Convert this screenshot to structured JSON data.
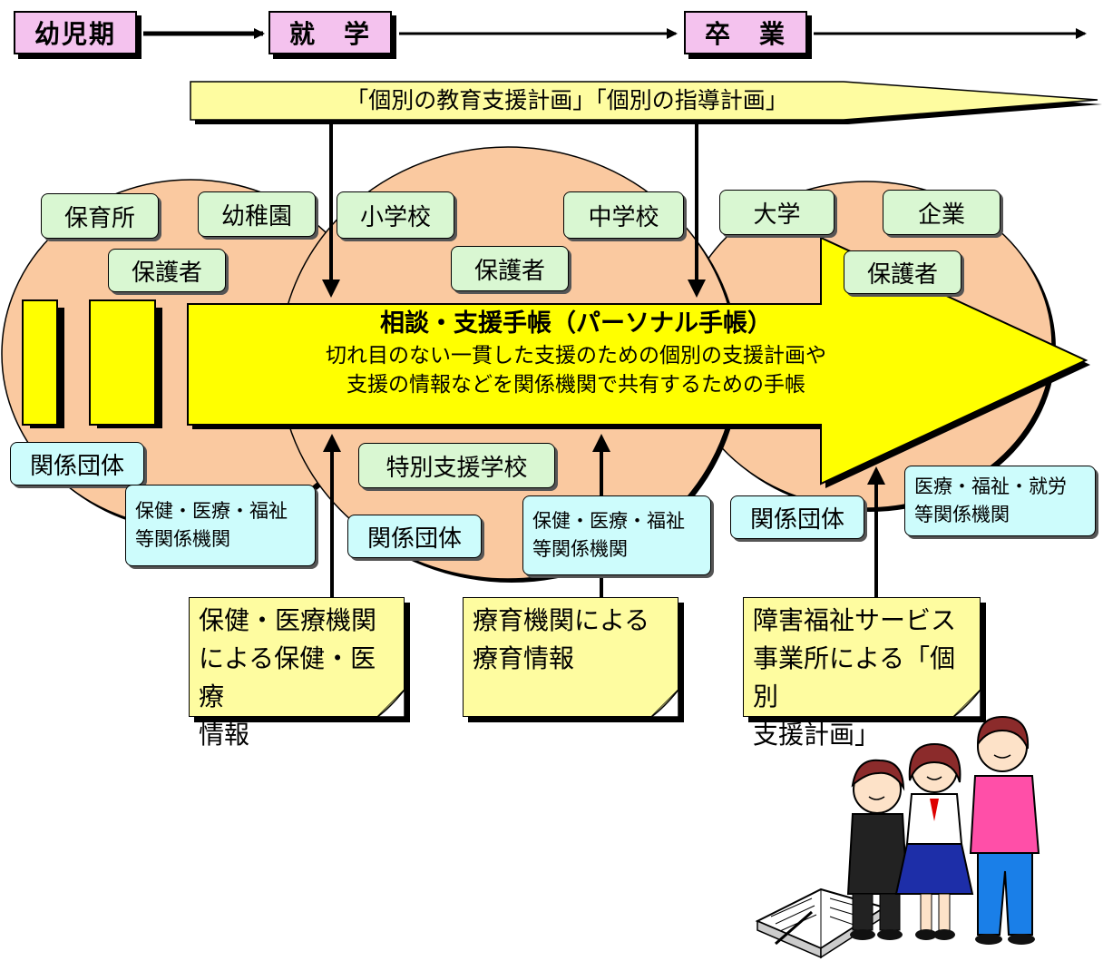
{
  "timeline": {
    "stages": [
      "幼児期",
      "就　学",
      "卒　業"
    ]
  },
  "banner": {
    "text": "「個別の教育支援計画」「個別の指導計画」"
  },
  "arrow": {
    "title": "相談・支援手帳（パーソナル手帳）",
    "line1": "切れ目のない一貫した支援のための個別の支援計画や",
    "line2": "支援の情報などを関係機関で共有するための手帳"
  },
  "left_circle": {
    "boxes": [
      "保育所",
      "幼稚園",
      "保護者"
    ],
    "bottom_label": "関係団体",
    "agency_lines": [
      "保健・医療・福祉",
      "等関係機関"
    ]
  },
  "middle_circle": {
    "boxes": [
      "小学校",
      "中学校",
      "保護者"
    ],
    "special_school": "特別支援学校",
    "group_label": "関係団体",
    "agency_lines": [
      "保健・医療・福祉",
      "等関係機関"
    ]
  },
  "right_circle": {
    "boxes": [
      "大学",
      "企業",
      "保護者"
    ],
    "group_label": "関係団体",
    "agency_lines": [
      "医療・福祉・就労",
      "等関係機関"
    ]
  },
  "notes": [
    {
      "lines": [
        "保健・医療機関",
        "による保健・医療",
        "情報"
      ]
    },
    {
      "lines": [
        "療育機関による",
        "療育情報"
      ]
    },
    {
      "lines": [
        "障害福祉サービス",
        "事業所による「個別",
        "支援計画」"
      ]
    }
  ],
  "colors": {
    "stage_fill": "#f4c2ee",
    "circle_fill": "#fac9a0",
    "arrow_fill": "#ffff00",
    "banner_fill": "#fefca0",
    "green_box": "#d9f7d2",
    "cyan_box": "#cdfcfc",
    "note_fill": "#fefca0"
  },
  "illustration": {
    "icon": "students-with-notebook-icon"
  }
}
